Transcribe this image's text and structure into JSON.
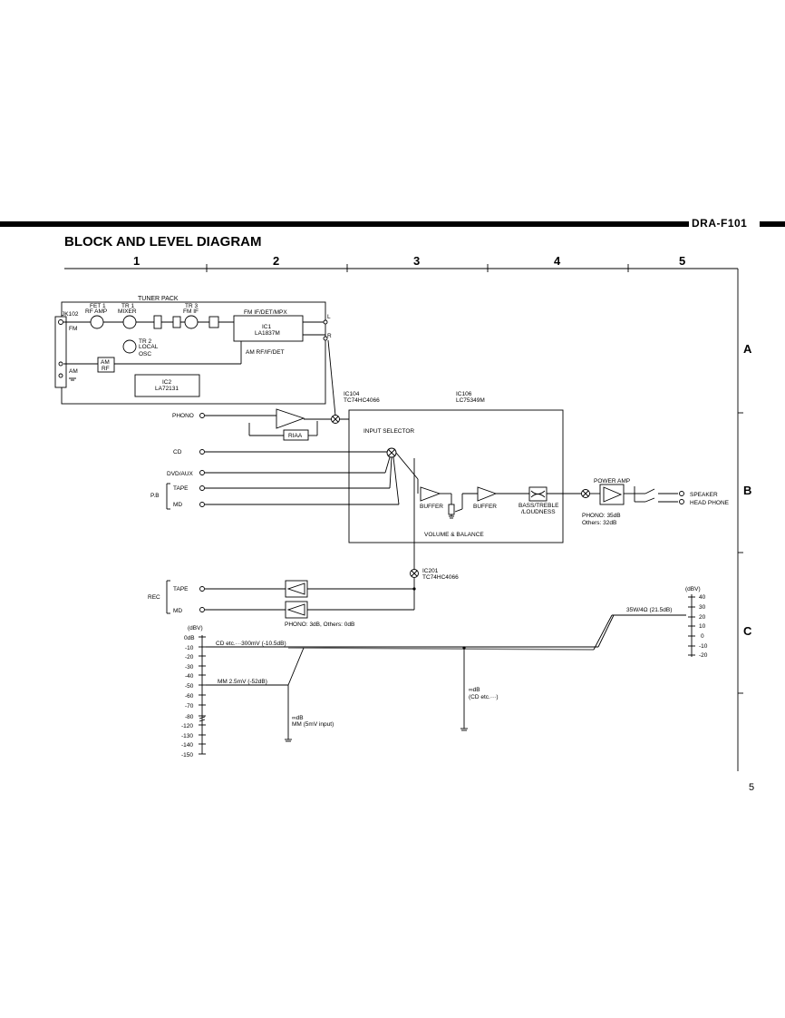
{
  "header": {
    "model": "DRA-F101",
    "title": "BLOCK AND LEVEL DIAGRAM",
    "page_number": "5"
  },
  "grid": {
    "columns": [
      "1",
      "2",
      "3",
      "4",
      "5"
    ],
    "rows": [
      "A",
      "B",
      "C"
    ]
  },
  "tuner": {
    "pack_label": "TUNER PACK",
    "connector": "JK102",
    "fm": "FM",
    "am": "AM",
    "fet1": "FET 1",
    "fet1_desc": "RF AMP",
    "tr1": "TR 1",
    "tr1_desc": "MIXER",
    "tr3": "TR 3",
    "tr3_desc": "FM IF",
    "tr2": "TR 2",
    "tr2_desc1": "LOCAL",
    "tr2_desc2": "OSC",
    "fm_if_label": "FM IF/DET/MPX",
    "ic1": "IC1",
    "ic1_part": "LA1837M",
    "am_rf_label": "AM RF/IF/DET",
    "am_box1": "AM",
    "am_box2": "RF",
    "ic2": "IC2",
    "ic2_part": "LA72131",
    "out_l": "L",
    "out_r": "R"
  },
  "inputs": {
    "phono": "PHONO",
    "cd": "CD",
    "dvd_aux": "DVD/AUX",
    "pb": "P.B",
    "tape": "TAPE",
    "md": "MD",
    "riaa": "RIAA"
  },
  "ic104": {
    "name": "IC104",
    "part": "TC74HC4066"
  },
  "ic106": {
    "name": "IC106",
    "part": "LC75349M"
  },
  "ic201": {
    "name": "IC201",
    "part": "TC74HC4066"
  },
  "processing": {
    "input_selector": "INPUT SELECTOR",
    "buffer1": "BUFFER",
    "buffer2": "BUFFER",
    "tone1": "BASS/TREBLE",
    "tone2": "/LOUDNESS",
    "volume": "VOLUME & BALANCE",
    "power_amp": "POWER AMP",
    "phono_gain": "PHONO: 35dB",
    "others_gain": "Others: 32dB",
    "speaker": "SPEAKER",
    "headphone": "HEAD PHONE"
  },
  "rec": {
    "label": "REC",
    "tape": "TAPE",
    "md": "MD",
    "gain": "PHONO: 3dB, Others: 0dB"
  },
  "level_left": {
    "unit": "(dBV)",
    "ticks": [
      "0dB",
      "-10",
      "-20",
      "-30",
      "-40",
      "-50",
      "-60",
      "-70",
      "-80",
      "-120",
      "-130",
      "-140",
      "-150"
    ]
  },
  "level_right": {
    "unit": "(dBV)",
    "ticks": [
      "40",
      "30",
      "20",
      "10",
      "0",
      "-10",
      "-20"
    ]
  },
  "annotations": {
    "cd_level": "CD etc.···300mV (-10.5dB)",
    "mm_level": "MM 2.5mV (-52dB)",
    "infinity1": "∞dB",
    "mm_input": "MM (5mV input)",
    "infinity2": "∞dB",
    "cd_inf": "(CD etc.···)",
    "output_level": "35W/4Ω (21.5dB)"
  }
}
